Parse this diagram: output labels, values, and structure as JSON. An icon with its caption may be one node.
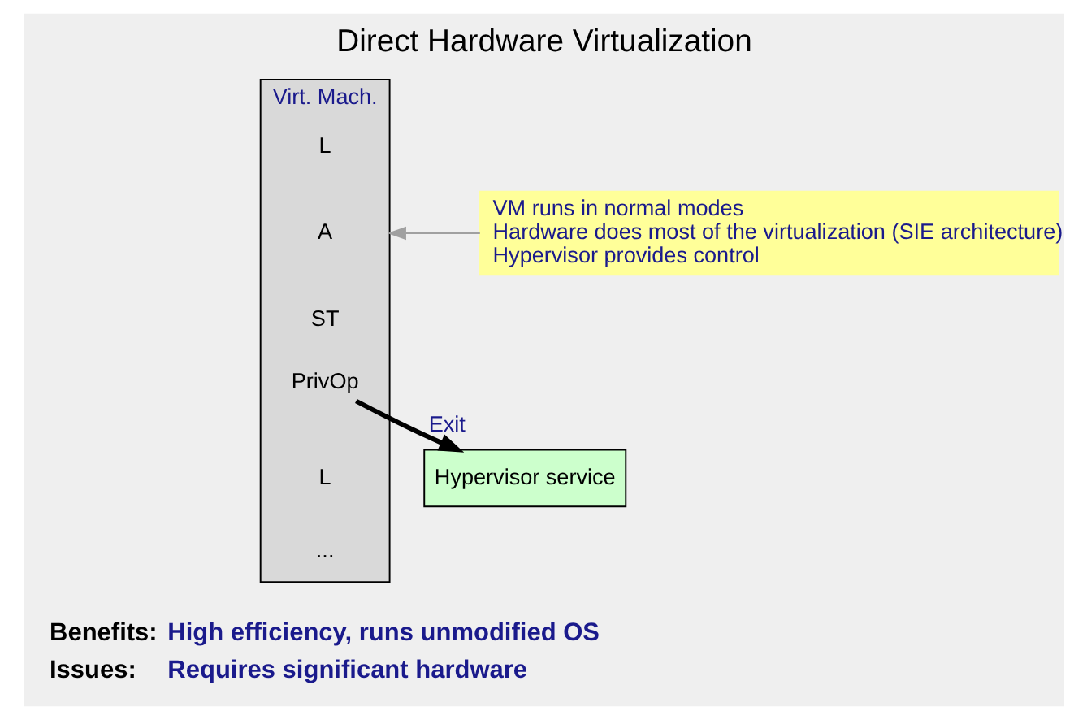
{
  "diagram": {
    "title": "Direct Hardware Virtualization",
    "nodes": [
      {
        "text": [
          "Virt. Mach."
        ]
      },
      {
        "text": [
          "L"
        ],
        "in": 0
      },
      {
        "text": [
          "A"
        ],
        "in": 0
      },
      {
        "text": [
          "ST"
        ],
        "in": 0
      },
      {
        "text": [
          "PrivOp"
        ],
        "in": 0
      },
      {
        "text": [
          "L"
        ],
        "in": 0
      },
      {
        "text": [
          "..."
        ],
        "in": 0
      },
      {
        "text": [
          "VM runs in normal modes",
          "Hardware does most of the virtualization (SIE architecture)",
          "Hypervisor provides control"
        ]
      },
      {
        "text": [
          "Hypervisor service"
        ]
      }
    ],
    "edges": [
      {
        "from": 7,
        "to": 0,
        "arrow": "to",
        "color": "#a0a0a0"
      },
      {
        "from": 4,
        "to": 8,
        "arrow": "to",
        "label": "Exit",
        "style": "thick",
        "color": "#000000"
      }
    ],
    "labels": [
      "Benefits:",
      "High efficiency, runs unmodified OS",
      "Issues:",
      "Requires significant hardware"
    ]
  }
}
